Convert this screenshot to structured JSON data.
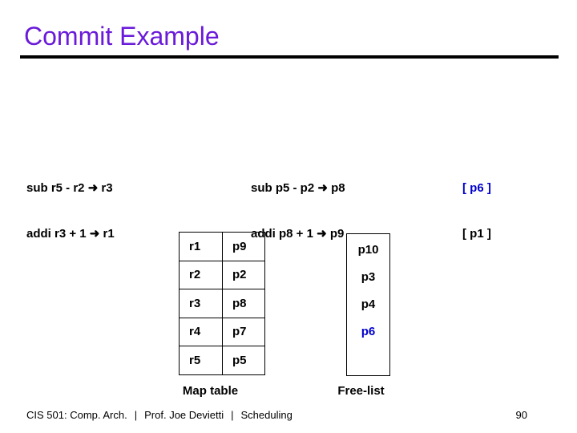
{
  "slide": {
    "title": "Commit Example",
    "page_number": "90",
    "footer": {
      "course": "CIS 501: Comp. Arch.",
      "separator": "|",
      "professor": "Prof. Joe Devietti",
      "topic": "Scheduling"
    }
  },
  "instructions": {
    "architectural": [
      "sub r5 - r2 ➜ r3",
      "addi r3 + 1 ➜ r1"
    ],
    "physical": [
      "sub p5 - p2 ➜ p8",
      "addi p8 + 1 ➜ p9"
    ],
    "overwritten_tags": [
      {
        "text": "[ p6 ]",
        "highlighted": true
      },
      {
        "text": "[ p1 ]",
        "highlighted": false
      }
    ]
  },
  "map_table": {
    "label": "Map table",
    "rows": [
      {
        "reg": "r1",
        "phys": "p9"
      },
      {
        "reg": "r2",
        "phys": "p2"
      },
      {
        "reg": "r3",
        "phys": "p8"
      },
      {
        "reg": "r4",
        "phys": "p7"
      },
      {
        "reg": "r5",
        "phys": "p5"
      }
    ]
  },
  "free_list": {
    "label": "Free-list",
    "items": [
      {
        "text": "p10",
        "highlighted": false
      },
      {
        "text": "p3",
        "highlighted": false
      },
      {
        "text": "p4",
        "highlighted": false
      },
      {
        "text": "p6",
        "highlighted": true
      }
    ]
  },
  "colors": {
    "title": "#6A1AD9",
    "highlight_blue": "#0000CC",
    "text": "#000000",
    "background": "#FFFFFF"
  }
}
